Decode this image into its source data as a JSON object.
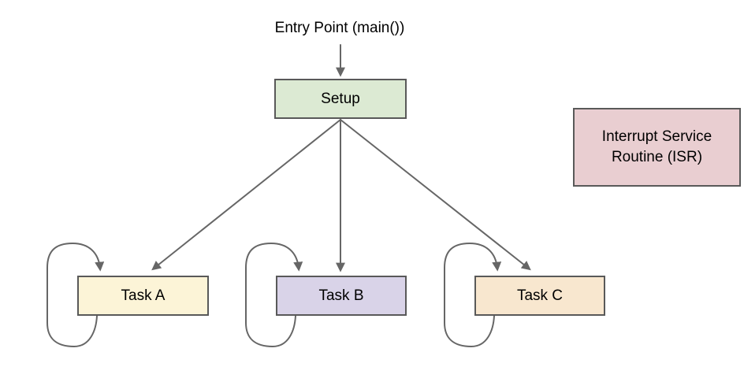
{
  "diagram": {
    "title_label": "Entry Point (main())",
    "nodes": {
      "setup": {
        "label": "Setup",
        "fill": "#dcead3"
      },
      "task_a": {
        "label": "Task A",
        "fill": "#fcf4d7"
      },
      "task_b": {
        "label": "Task B",
        "fill": "#d9d3e8"
      },
      "task_c": {
        "label": "Task C",
        "fill": "#f8e7cf"
      },
      "isr": {
        "label_line1": "Interrupt Service",
        "label_line2": "Routine (ISR)",
        "fill": "#e9ced1"
      }
    },
    "edges": [
      {
        "from": "entry-point",
        "to": "setup",
        "style": "arrow"
      },
      {
        "from": "setup",
        "to": "task_a",
        "style": "arrow"
      },
      {
        "from": "setup",
        "to": "task_b",
        "style": "arrow"
      },
      {
        "from": "setup",
        "to": "task_c",
        "style": "arrow"
      },
      {
        "from": "task_a",
        "to": "task_a",
        "style": "self-loop"
      },
      {
        "from": "task_b",
        "to": "task_b",
        "style": "self-loop"
      },
      {
        "from": "task_c",
        "to": "task_c",
        "style": "self-loop"
      }
    ],
    "colors": {
      "background": "#ffffff",
      "border": "#595959",
      "arrow": "#666666",
      "text": "#000000"
    }
  }
}
